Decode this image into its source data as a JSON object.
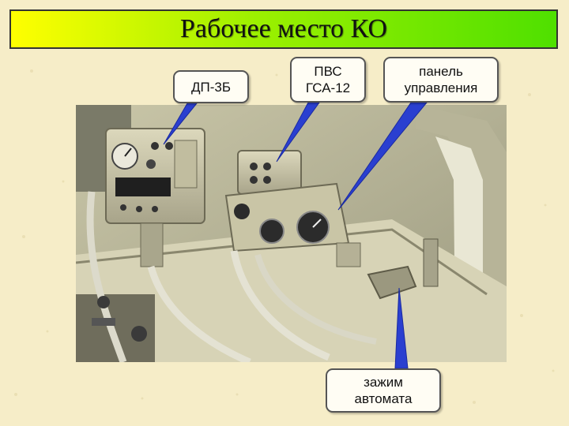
{
  "slide": {
    "title": "Рабочее место КО"
  },
  "callouts": [
    {
      "label": "ДП-3Б"
    },
    {
      "label": "ПВС\nГСА-12"
    },
    {
      "label": "панель\nуправления"
    },
    {
      "label": "зажим\nавтомата"
    }
  ],
  "colors": {
    "background": "#f6edc8",
    "title_gradient_start": "#ffff00",
    "title_gradient_end": "#4fe000",
    "callout_fill": "#fffdf4",
    "callout_line": "#2a3fd0"
  }
}
